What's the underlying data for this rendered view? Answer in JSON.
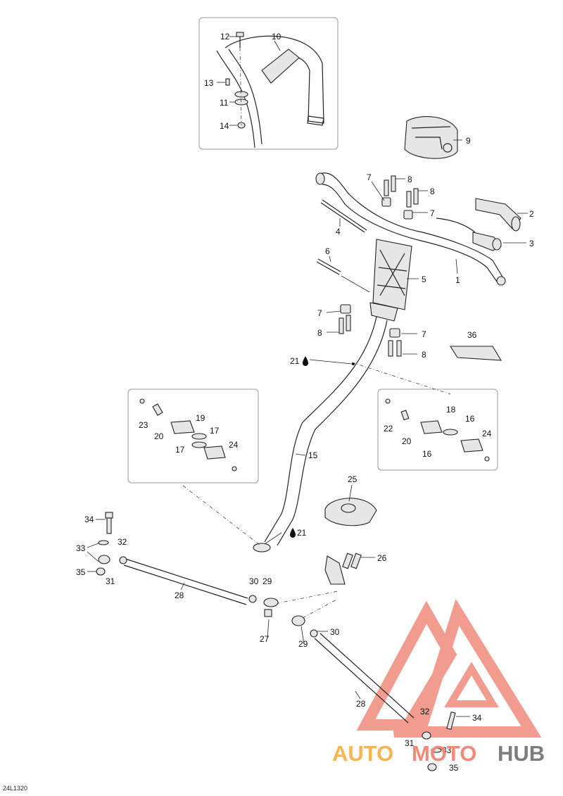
{
  "drawing": {
    "reference_code": "24L1320",
    "fluid_symbol": "droplet-icon"
  },
  "callouts": [
    {
      "id": "c12",
      "label": "12"
    },
    {
      "id": "c10",
      "label": "10"
    },
    {
      "id": "c13",
      "label": "13"
    },
    {
      "id": "c11",
      "label": "11"
    },
    {
      "id": "c14",
      "label": "14"
    },
    {
      "id": "c9",
      "label": "9"
    },
    {
      "id": "c7a",
      "label": "7"
    },
    {
      "id": "c8a",
      "label": "8"
    },
    {
      "id": "c8b",
      "label": "8"
    },
    {
      "id": "c7b",
      "label": "7"
    },
    {
      "id": "c2",
      "label": "2"
    },
    {
      "id": "c4",
      "label": "4"
    },
    {
      "id": "c3",
      "label": "3"
    },
    {
      "id": "c6",
      "label": "6"
    },
    {
      "id": "c1",
      "label": "1"
    },
    {
      "id": "c5",
      "label": "5"
    },
    {
      "id": "c7c",
      "label": "7"
    },
    {
      "id": "c8c",
      "label": "8"
    },
    {
      "id": "c7d",
      "label": "7"
    },
    {
      "id": "c8d",
      "label": "8"
    },
    {
      "id": "c36",
      "label": "36"
    },
    {
      "id": "c21a",
      "label": "21"
    },
    {
      "id": "c23",
      "label": "23"
    },
    {
      "id": "c19",
      "label": "19"
    },
    {
      "id": "c20a",
      "label": "20"
    },
    {
      "id": "c17a",
      "label": "17"
    },
    {
      "id": "c17b",
      "label": "17"
    },
    {
      "id": "c24a",
      "label": "24"
    },
    {
      "id": "c22",
      "label": "22"
    },
    {
      "id": "c18",
      "label": "18"
    },
    {
      "id": "c16a",
      "label": "16"
    },
    {
      "id": "c20b",
      "label": "20"
    },
    {
      "id": "c24b",
      "label": "24"
    },
    {
      "id": "c16b",
      "label": "16"
    },
    {
      "id": "c15",
      "label": "15"
    },
    {
      "id": "c25",
      "label": "25"
    },
    {
      "id": "c34a",
      "label": "34"
    },
    {
      "id": "c33a",
      "label": "33"
    },
    {
      "id": "c32a",
      "label": "32"
    },
    {
      "id": "c35a",
      "label": "35"
    },
    {
      "id": "c31a",
      "label": "31"
    },
    {
      "id": "c21b",
      "label": "21"
    },
    {
      "id": "c26",
      "label": "26"
    },
    {
      "id": "c30a",
      "label": "30"
    },
    {
      "id": "c29a",
      "label": "29"
    },
    {
      "id": "c28a",
      "label": "28"
    },
    {
      "id": "c27",
      "label": "27"
    },
    {
      "id": "c29b",
      "label": "29"
    },
    {
      "id": "c30b",
      "label": "30"
    },
    {
      "id": "c28b",
      "label": "28"
    },
    {
      "id": "c32b",
      "label": "32"
    },
    {
      "id": "c34b",
      "label": "34"
    },
    {
      "id": "c31b",
      "label": "31"
    },
    {
      "id": "c33b",
      "label": "33"
    },
    {
      "id": "c35b",
      "label": "35"
    }
  ],
  "watermark": {
    "part1": "AUTO",
    "part2": "MOTO",
    "part3": "HUB",
    "color_red": "#f08b7c",
    "color_orange": "#f6b552",
    "color_gray": "#7d7d7d"
  }
}
